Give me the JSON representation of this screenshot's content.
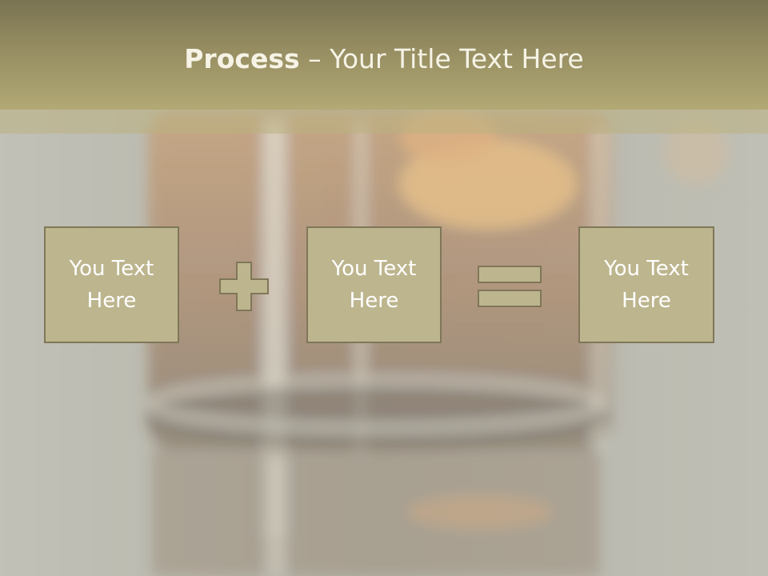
{
  "slide": {
    "title_bold": "Process",
    "title_rest": " – Your Title Text Here"
  },
  "steps": [
    {
      "text": "You Text Here"
    },
    {
      "text": "You Text Here"
    },
    {
      "text": "You Text Here"
    }
  ],
  "operators": [
    "plus-icon",
    "equals-icon"
  ],
  "colors": {
    "title_bar": "#968d62",
    "box_fill": "#bdb58e",
    "box_border": "#7f7758",
    "text": "#ffffff"
  },
  "background": "blurred-whisky-glass-photo"
}
